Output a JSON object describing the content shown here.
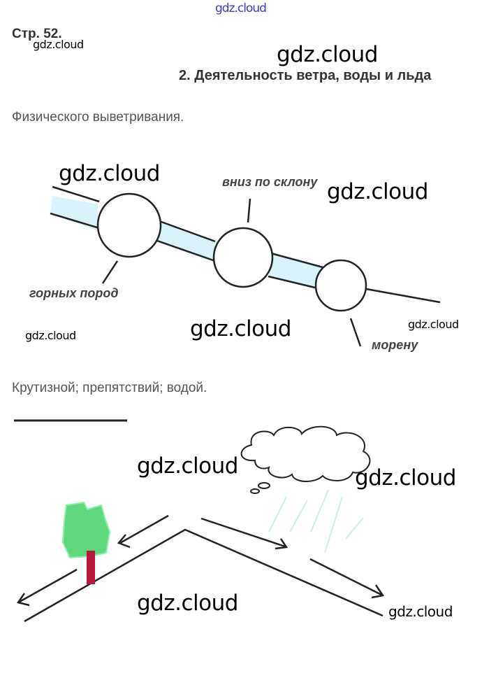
{
  "header": {
    "watermark_top": "gdz.cloud",
    "page_ref": "Стр. 52.",
    "title": "2. Деятельность ветра, воды и льда"
  },
  "answers": {
    "first": "Физического выветривания.",
    "second": "Крутизной; препятствий; водой."
  },
  "diagram1": {
    "labels": {
      "top": "вниз по склону",
      "left": "горных пород",
      "right": "морену"
    }
  },
  "watermarks": [
    "gdz.cloud",
    "gdz.cloud",
    "gdz.cloud",
    "gdz.cloud",
    "gdz.cloud",
    "gdz.cloud",
    "gdz.cloud",
    "gdz.cloud",
    "gdz.cloud",
    "gdz.cloud",
    "gdz.cloud"
  ],
  "colors": {
    "water": "#d8f3fa",
    "tree_leaves": "#5fd77f",
    "tree_trunk": "#b8183c",
    "link": "#3a3ad0"
  }
}
